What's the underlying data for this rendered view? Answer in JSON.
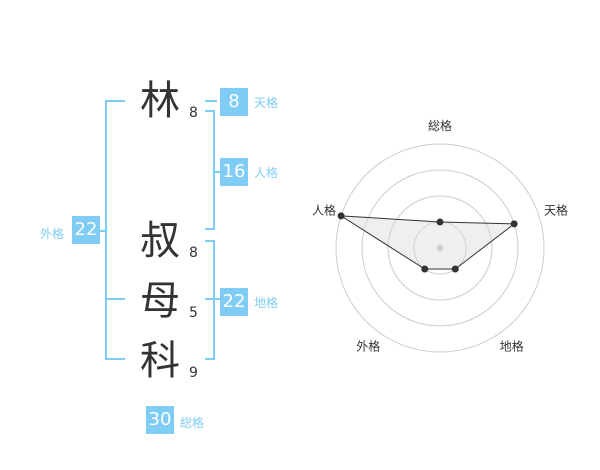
{
  "kanji": [
    {
      "char": "林",
      "strokes": "8"
    },
    {
      "char": "叔",
      "strokes": "8"
    },
    {
      "char": "母",
      "strokes": "5"
    },
    {
      "char": "科",
      "strokes": "9"
    }
  ],
  "grades": {
    "tenkaku": {
      "value": "8",
      "label": "天格"
    },
    "jinkaku": {
      "value": "16",
      "label": "人格"
    },
    "chikaku": {
      "value": "22",
      "label": "地格"
    },
    "gaikaku": {
      "value": "22",
      "label": "外格"
    },
    "soukaku": {
      "value": "30",
      "label": "総格"
    }
  },
  "colors": {
    "accent": "#7fcdf4",
    "text": "#333333",
    "radar_fill": "#eeeeee"
  },
  "chart_data": {
    "type": "radar",
    "axes": [
      "総格",
      "天格",
      "地格",
      "外格",
      "人格"
    ],
    "values": [
      1,
      3,
      1,
      1,
      4
    ],
    "max": 4,
    "rings": 4
  }
}
